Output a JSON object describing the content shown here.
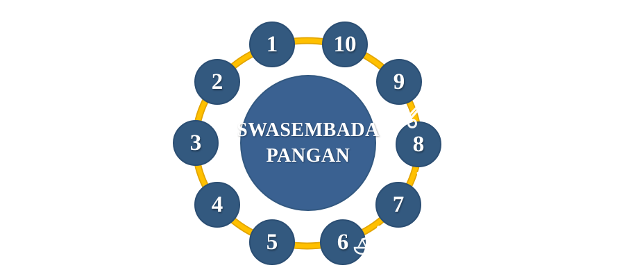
{
  "diagram": {
    "type": "cycle",
    "center": {
      "title": "SWASEMBADA PANGAN",
      "line1": "SWASEMBADA",
      "line2": "PANGAN"
    },
    "nodes": [
      {
        "label": "1"
      },
      {
        "label": "2"
      },
      {
        "label": "3"
      },
      {
        "label": "4"
      },
      {
        "label": "5"
      },
      {
        "label": "6"
      },
      {
        "label": "7"
      },
      {
        "label": "8"
      },
      {
        "label": "9"
      },
      {
        "label": "10"
      }
    ],
    "icons": [
      {
        "name": "growth-chart-icon"
      },
      {
        "name": "balance-scale-icon"
      },
      {
        "name": "packages-icon"
      },
      {
        "name": "percent-increase-icon"
      }
    ],
    "colors": {
      "background": "#FFFFFF",
      "node_fill": "#33597F",
      "node_border": "#2B4E73",
      "center_fill": "#3A6191",
      "center_border": "#325880",
      "ring": "#FFC000",
      "ring_edge": "#E2A400",
      "text": "#FFFFFF",
      "icon": "#FFFFFF"
    }
  }
}
